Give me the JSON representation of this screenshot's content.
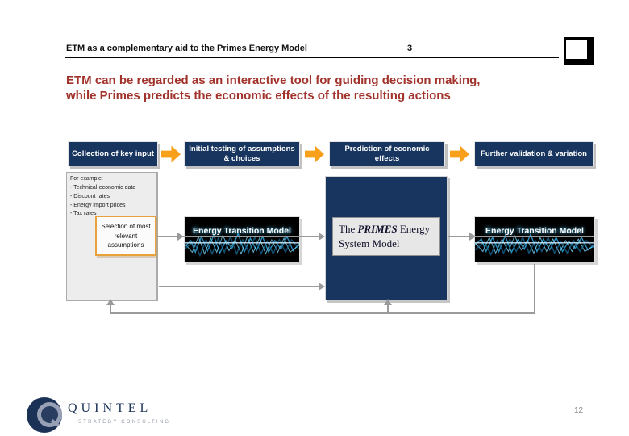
{
  "header": {
    "title": "ETM as a complementary aid to the Primes Energy Model",
    "section_marker": "3"
  },
  "headline": {
    "line1": "ETM  can be regarded as an interactive tool for guiding decision making,",
    "line2": "while Primes predicts the economic effects of the resulting actions"
  },
  "process_steps": [
    {
      "label": "Collection of key input"
    },
    {
      "label": "Initial testing of assumptions & choices"
    },
    {
      "label": "Prediction of economic effects"
    },
    {
      "label": "Further validation & variation"
    }
  ],
  "example_panel": {
    "title": "For example:",
    "items": [
      "Technical-economic data",
      "Discount rates",
      "Energy import prices",
      "Tax rates"
    ],
    "selection_label": "Selection of most relevant assumptions"
  },
  "models": {
    "etm_left": "Energy Transition Model",
    "etm_right": "Energy Transition Model",
    "primes_parts": {
      "the": "The ",
      "name": "PRIMES",
      "rest": " Energy System Model"
    }
  },
  "icons": {
    "flow_arrow": "orange-block-arrow-right",
    "corner_square": "shadowed-square-logo",
    "quintel_mark": "quintel-q-globe"
  },
  "colors": {
    "navy_box": "#17355E",
    "headline_red": "#A2332C",
    "arrow_orange": "#F9A01B",
    "selection_border_orange": "#E9A23B",
    "panel_gray": "#EDEDED",
    "connector_gray": "#9A9A9A",
    "etm_wave_blue": "#4fc3f7",
    "logo_navy": "#1B3156"
  },
  "footer": {
    "logo_text": "QUINTEL",
    "logo_subtext": "STRATEGY CONSULTING",
    "page_number": "12"
  }
}
